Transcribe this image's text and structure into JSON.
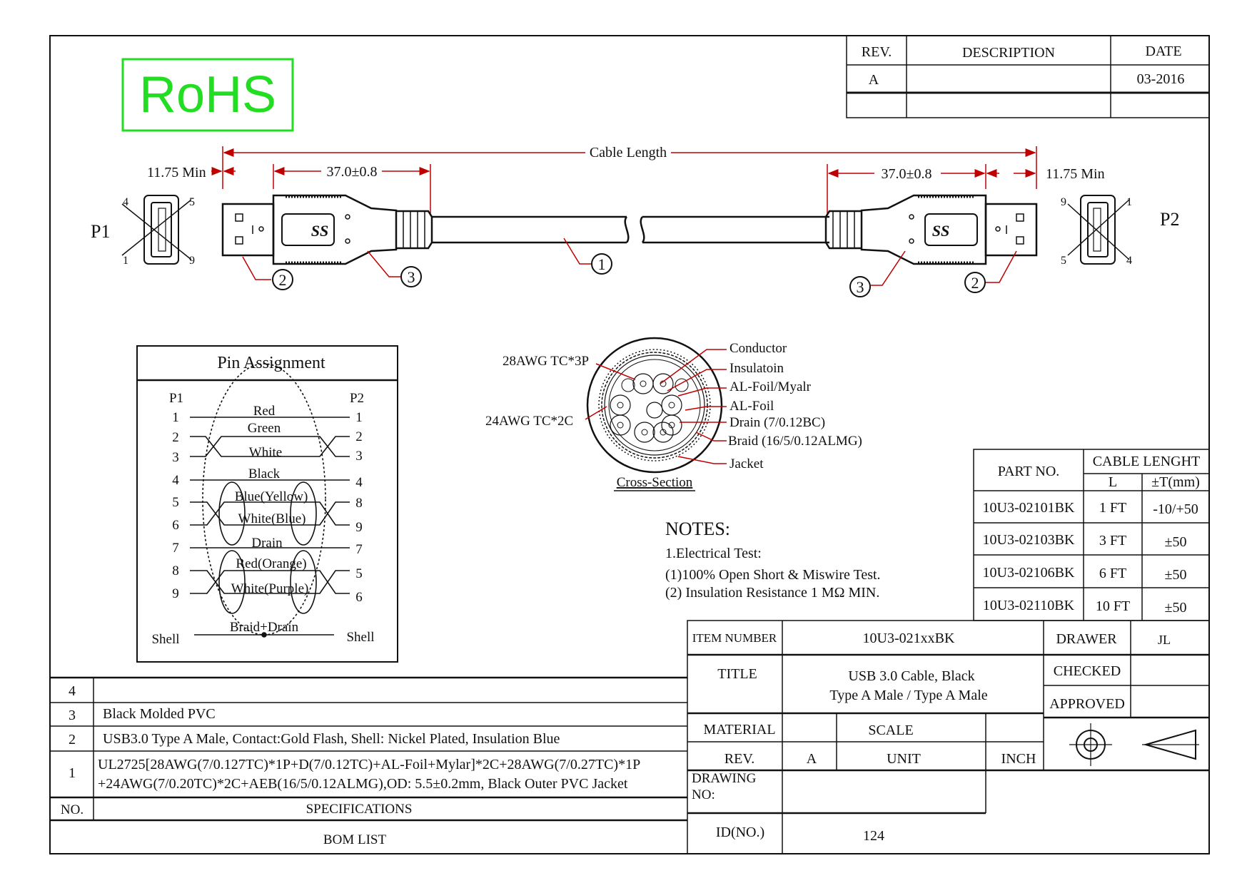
{
  "rohs": "RoHS",
  "revision_table": {
    "headers": {
      "rev": "REV.",
      "description": "DESCRIPTION",
      "date": "DATE"
    },
    "rows": [
      {
        "rev": "A",
        "description": "",
        "date": "03-2016"
      },
      {
        "rev": "",
        "description": "",
        "date": ""
      }
    ]
  },
  "cable_drawing": {
    "p1_label": "P1",
    "p2_label": "P2",
    "cable_length": "Cable Length",
    "dim_min_left": "11.75 Min",
    "dim_min_right": "11.75 Min",
    "dim_molding_left": "37.0±0.8",
    "dim_molding_right": "37.0±0.8",
    "p1_pins": {
      "tl": "4",
      "tr": "5",
      "bl": "1",
      "br": "9"
    },
    "p2_pins": {
      "tl": "9",
      "tr": "1",
      "bl": "5",
      "br": "4"
    },
    "callouts": {
      "c1": "1",
      "c2": "2",
      "c3": "3"
    },
    "logo": "SS"
  },
  "pin_assignment": {
    "title": "Pin Assignment",
    "p1_header": "P1",
    "p2_header": "P2",
    "p1_pins": [
      "1",
      "2",
      "3",
      "4",
      "5",
      "6",
      "7",
      "8",
      "9"
    ],
    "p2_pins": [
      "1",
      "2",
      "3",
      "4",
      "8",
      "9",
      "7",
      "5",
      "6"
    ],
    "wires": [
      "Red",
      "Green",
      "White",
      "Black",
      "Blue(Yellow)",
      "White(Blue)",
      "Drain",
      "Red(Orange)",
      "White(Purple)"
    ],
    "shell_left": "Shell",
    "shell_right": "Shell",
    "shell_wire": "Braid+Drain"
  },
  "cross_section": {
    "caption": "Cross-Section",
    "left_labels": {
      "tc3p": "28AWG TC*3P",
      "tc2c": "24AWG TC*2C"
    },
    "right_labels": [
      "Conductor",
      "Insulatoin",
      "AL-Foil/Myalr",
      "AL-Foil",
      "Drain (7/0.12BC)",
      "Braid (16/5/0.12ALMG)",
      "Jacket"
    ]
  },
  "notes": {
    "title": "NOTES:",
    "lines": [
      "1.Electrical Test:",
      "(1)100% Open Short & Miswire Test.",
      "(2) Insulation Resistance 1 MΩ  MIN."
    ]
  },
  "part_table": {
    "part_no_header": "PART NO.",
    "cable_length_header": "CABLE LENGHT",
    "l_header": "L",
    "tol_header": "±T(mm)",
    "rows": [
      {
        "part": "10U3-02101BK",
        "length": "1 FT",
        "tol": "-10/+50"
      },
      {
        "part": "10U3-02103BK",
        "length": "3 FT",
        "tol": "±50"
      },
      {
        "part": "10U3-02106BK",
        "length": "6 FT",
        "tol": "±50"
      },
      {
        "part": "10U3-02110BK",
        "length": "10 FT",
        "tol": "±50"
      }
    ]
  },
  "title_block": {
    "item_number_label": "ITEM NUMBER",
    "item_number": "10U3-021xxBK",
    "drawer_label": "DRAWER",
    "drawer": "JL",
    "title_label": "TITLE",
    "title_line1": "USB 3.0 Cable, Black",
    "title_line2": "Type A Male / Type A Male",
    "checked_label": "CHECKED",
    "approved_label": "APPROVED",
    "material_label": "MATERIAL",
    "scale_label": "SCALE",
    "rev_label": "REV.",
    "rev": "A",
    "unit_label": "UNIT",
    "unit": "INCH",
    "drawing_no_label1": "DRAWING",
    "drawing_no_label2": "NO:",
    "id_label": "ID(NO.)",
    "id": "124"
  },
  "bom": {
    "no_header": "NO.",
    "spec_header": "SPECIFICATIONS",
    "footer": "BOM LIST",
    "rows": [
      {
        "no": "4",
        "line1": "",
        "line2": ""
      },
      {
        "no": "3",
        "line1": "Black Molded PVC",
        "line2": ""
      },
      {
        "no": "2",
        "line1": "USB3.0 Type A Male, Contact:Gold Flash, Shell: Nickel Plated, Insulation Blue",
        "line2": ""
      },
      {
        "no": "1",
        "line1": "UL2725[28AWG(7/0.127TC)*1P+D(7/0.12TC)+AL-Foil+Mylar]*2C+28AWG(7/0.27TC)*1P",
        "line2": "+24AWG(7/0.20TC)*2C+AEB(16/5/0.12ALMG),OD: 5.5±0.2mm, Black Outer PVC Jacket"
      }
    ]
  },
  "colors": {
    "line": "#111111",
    "dimension": "#c00000",
    "rohs": "#22dd22"
  }
}
